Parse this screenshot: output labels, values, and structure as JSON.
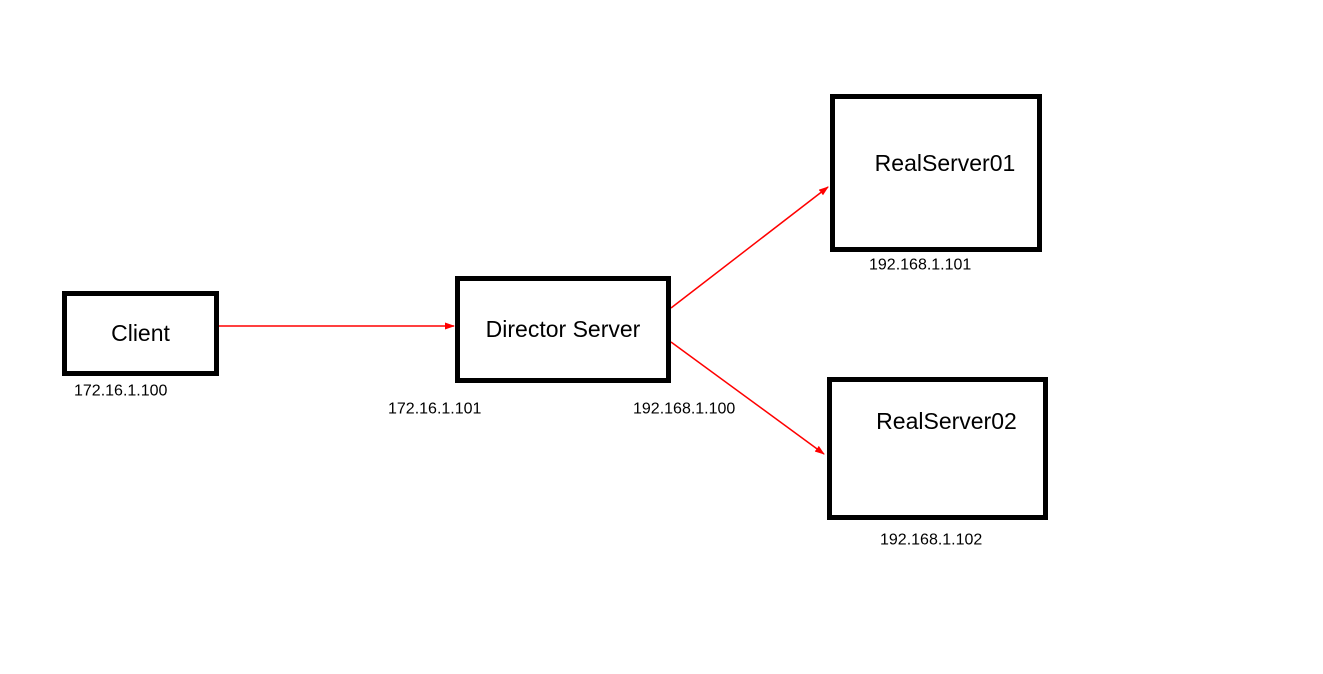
{
  "diagram_type": "network-topology",
  "colors": {
    "connector": "#ff0000",
    "node_border": "#000000",
    "background": "#ffffff",
    "text": "#000000"
  },
  "nodes": {
    "client": {
      "label": "Client",
      "ip": "172.16.1.100"
    },
    "director": {
      "label": "Director Server",
      "ip_left": "172.16.1.101",
      "ip_right": "192.168.1.100"
    },
    "realserver01": {
      "label": "RealServer01",
      "ip": "192.168.1.101"
    },
    "realserver02": {
      "label": "RealServer02",
      "ip": "192.168.1.102"
    }
  },
  "connections": [
    {
      "from": "Client",
      "to": "Director Server"
    },
    {
      "from": "Director Server",
      "to": "RealServer01"
    },
    {
      "from": "Director Server",
      "to": "RealServer02"
    }
  ]
}
